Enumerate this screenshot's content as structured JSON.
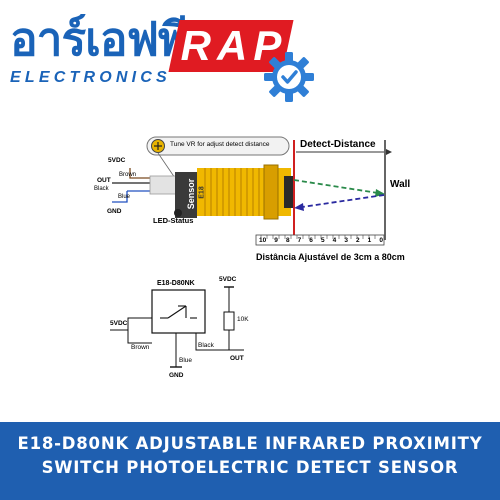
{
  "logo": {
    "thai_name": "อาร์เอฟพี",
    "subtitle": "ELECTRONICS",
    "brand": "RAP",
    "gear_icon": "gear-check-icon",
    "primary_color": "#1a63b8",
    "accent_color": "#e01b22"
  },
  "diagram": {
    "tune_note": "Tune VR for adjust detect distance",
    "detect_distance": "Detect-Distance",
    "wall": "Wall",
    "vdc": "5VDC",
    "out": "OUT",
    "wire_brown": "Brown",
    "wire_black": "Black",
    "wire_blue": "Blue",
    "gnd": "GND",
    "sensor": "Sensor",
    "model_short": "E18",
    "led_status": "LED-Status",
    "ruler_ticks": [
      "10",
      "9",
      "8",
      "7",
      "6",
      "5",
      "4",
      "3",
      "2",
      "1",
      "0"
    ],
    "range_caption": "Distância Ajustável de 3cm a 80cm"
  },
  "schematic": {
    "model": "E18-D80NK",
    "vdc_left": "5VDC",
    "vdc_right": "5VDC",
    "resistor": "10K",
    "wire_brown": "Brown",
    "wire_black": "Black",
    "wire_blue": "Blue",
    "gnd": "GND",
    "out": "OUT"
  },
  "footer": {
    "line1": "E18-D80NK ADJUSTABLE INFRARED PROXIMITY",
    "line2": "SWITCH PHOTOELECTRIC DETECT SENSOR",
    "background": "#1f5fb0"
  }
}
